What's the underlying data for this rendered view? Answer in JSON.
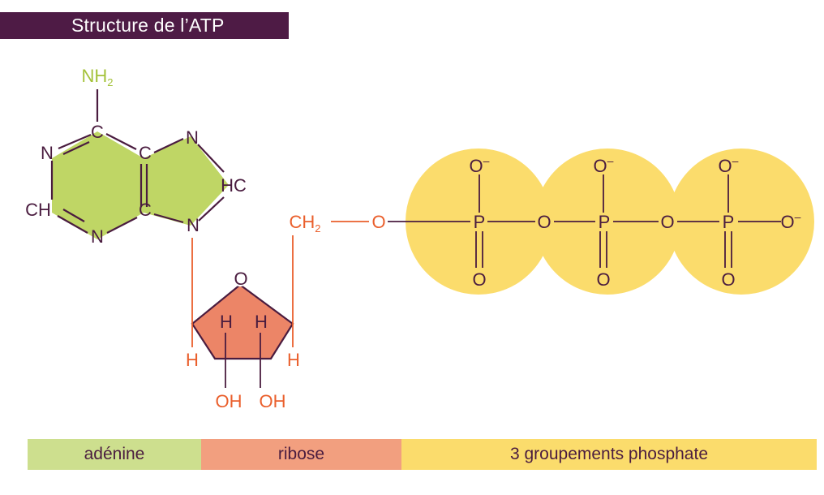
{
  "title": "Structure de l’ATP",
  "adenine": {
    "nh2": "NH",
    "nh2_sub": "2",
    "c_top": "C",
    "n_left": "N",
    "c_right_top": "C",
    "n_right_top": "N",
    "hc": "HC",
    "ch": "CH",
    "c_right_bottom": "C",
    "n_right_bottom": "N",
    "n_bottom": "N"
  },
  "ribose": {
    "o_ring": "O",
    "h_left_in": "H",
    "h_right_in": "H",
    "h_left_out": "H",
    "h_right_out": "H",
    "oh_left": "OH",
    "oh_right": "OH",
    "ch2": "CH",
    "ch2_sub": "2"
  },
  "phosphates": {
    "o_bridge_ribose": "O",
    "groups": [
      {
        "p": "P",
        "o_top": "O",
        "charge": "–",
        "o_bottom": "O"
      },
      {
        "p": "P",
        "o_top": "O",
        "charge": "–",
        "o_bottom": "O"
      },
      {
        "p": "P",
        "o_top": "O",
        "charge": "–",
        "o_bottom": "O"
      }
    ],
    "o_bridge_1": "O",
    "o_bridge_2": "O",
    "o_end": "O",
    "o_end_charge": "–"
  },
  "legend": {
    "adenine": "adénine",
    "ribose": "ribose",
    "phosphate": "3 groupements phosphate"
  },
  "colors": {
    "dark": "#4a1c3f",
    "green": "#a4c23a",
    "green_fill": "#bfd665",
    "orange": "#ea5f2c",
    "ribose_fill": "#ec8567",
    "yellow": "#fbdc6c",
    "banner": "#4e1b45"
  }
}
